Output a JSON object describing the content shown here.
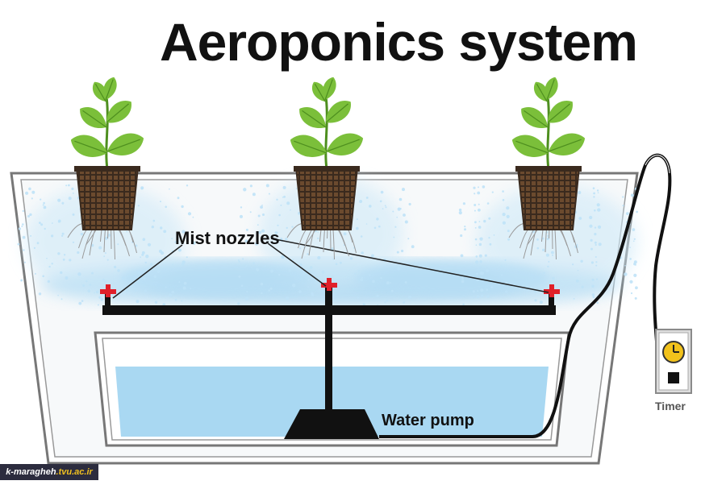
{
  "title": "Aeroponics system",
  "labels": {
    "mist_nozzles": "Mist nozzles",
    "water_pump": "Water pump",
    "timer": "Timer"
  },
  "watermark": {
    "prefix": "k-maragheh",
    "suffix": ".tvu.ac.ir"
  },
  "colors": {
    "leaf": "#7bbf3a",
    "leaf_vein": "#4e8f1f",
    "basket": "#3a2a1e",
    "water": "#a9d8f2",
    "mist": "#bfe2f7",
    "pipe": "#111111",
    "nozzle": "#e0202a",
    "timer_face": "#f2c21b",
    "tank_outline": "#777777"
  },
  "icons": [
    "plant-icon",
    "net-pot-icon",
    "nozzle-icon",
    "pump-icon",
    "timer-icon"
  ]
}
